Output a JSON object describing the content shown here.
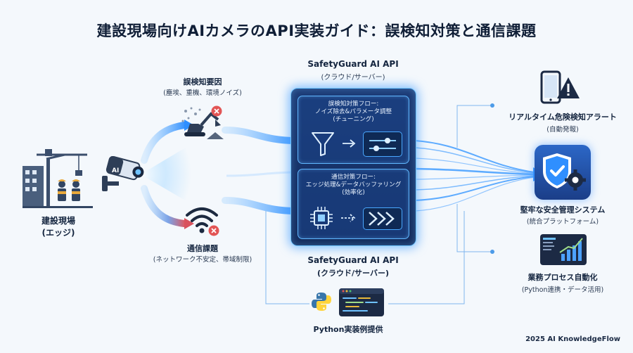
{
  "title": "建設現場向けAIカメラのAPI実装ガイド：誤検知対策と通信課題",
  "site": {
    "label": "建設現場",
    "sub": "(エッジ)",
    "camera_tag": "AI"
  },
  "false_detection": {
    "label": "誤検知要因",
    "sub": "(塵埃、重機、環境ノイズ)"
  },
  "comm_issue": {
    "label": "通信課題",
    "sub": "(ネットワーク不安定、帯域制限)"
  },
  "api": {
    "top_label": "SafetyGuard AI API",
    "top_sub": "(クラウド/サーバー)",
    "bottom_label": "SafetyGuard AI API",
    "bottom_sub": "(クラウド/サーバー)",
    "flow1": {
      "line1": "誤検知対策フロー:",
      "line2": "ノイズ除去&パラメータ調整",
      "line3": "(チューニング)"
    },
    "flow2": {
      "line1": "通信対策フロー:",
      "line2": "エッジ処理&データバッファリング",
      "line3": "(効率化)"
    }
  },
  "outputs": [
    {
      "label": "リアルタイム危険検知アラート",
      "sub": "(自動発報)",
      "icon": "phone-alert-icon"
    },
    {
      "label": "堅牢な安全管理システム",
      "sub": "(統合プラットフォーム)",
      "icon": "shield-gear-icon"
    },
    {
      "label": "業務プロセス自動化",
      "sub": "(Python連携・データ活用)",
      "icon": "dashboard-icon"
    }
  ],
  "python": {
    "label": "Python実装例提供",
    "icon": "python-logo-icon"
  },
  "footer": "2025 AI KnowledgeFlow",
  "colors": {
    "accent": "#2f8fff",
    "panel": "#17336a",
    "error": "#e25555",
    "text": "#10223d"
  }
}
